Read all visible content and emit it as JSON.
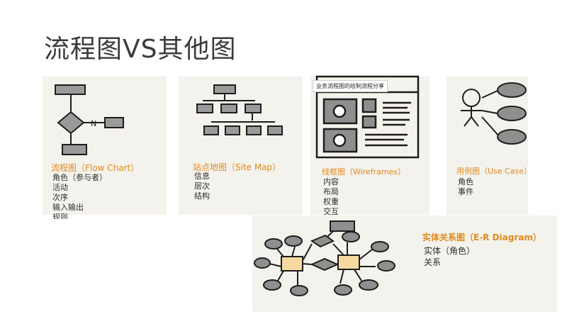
{
  "slide": {
    "title": "流程图VS其他图"
  },
  "tooltip": {
    "text": "业务流程图的绘制流程分享"
  },
  "flowchart": {
    "label": "流程图（Flow Chart）",
    "items": [
      "角色（参与者）",
      "活动",
      "次序",
      "输入输出",
      "规则"
    ],
    "diagram_text": "N"
  },
  "sitemap": {
    "label": "站点地图（Site Map）",
    "items": [
      "信息",
      "层次",
      "结构"
    ]
  },
  "wireframe": {
    "label": "线框图（Wireframes）",
    "items": [
      "内容",
      "布局",
      "权重",
      "交互"
    ]
  },
  "usecase": {
    "label": "用例图（Use Case）",
    "items": [
      "角色",
      "事件"
    ]
  },
  "er": {
    "label": "实体关系图（E-R Diagram）",
    "items": [
      "实体（角色）",
      "关系"
    ]
  },
  "colors": {
    "accent": "#e08a1f",
    "sketch_gray": "#9a9a9a",
    "entity_fill": "#f6d9a0",
    "panel_bg": "#f4f2ec"
  }
}
